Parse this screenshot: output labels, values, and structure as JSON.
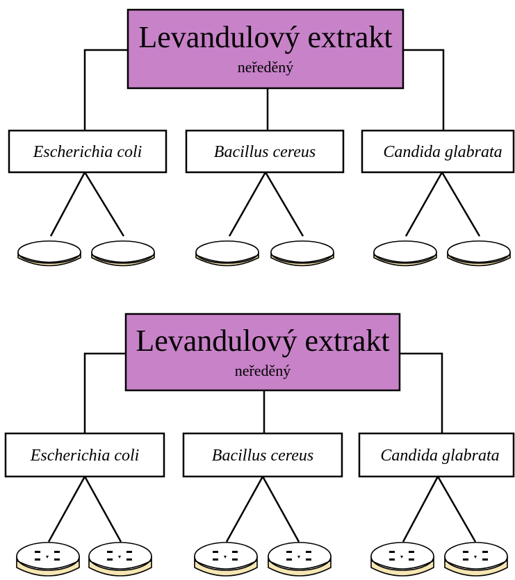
{
  "colors": {
    "root_fill": "#c882c8",
    "box_stroke": "#000000",
    "line": "#000000",
    "dish_base": "#f5e6b4",
    "dish_lid": "#ffffff",
    "colony_mark": "#000000"
  },
  "trees": [
    {
      "root": {
        "title": "Levandulový extrakt",
        "subtitle": "neředěný"
      },
      "children": [
        {
          "label": "Escherichia coli",
          "plates": 2,
          "plate_style": "plain"
        },
        {
          "label": "Bacillus cereus",
          "plates": 2,
          "plate_style": "plain"
        },
        {
          "label": "Candida glabrata",
          "plates": 2,
          "plate_style": "plain"
        }
      ]
    },
    {
      "root": {
        "title": "Levandulový extrakt",
        "subtitle": "neředěný"
      },
      "children": [
        {
          "label": "Escherichia coli",
          "plates": 2,
          "plate_style": "discs"
        },
        {
          "label": "Bacillus cereus",
          "plates": 2,
          "plate_style": "discs"
        },
        {
          "label": "Candida glabrata",
          "plates": 2,
          "plate_style": "discs"
        }
      ]
    }
  ]
}
